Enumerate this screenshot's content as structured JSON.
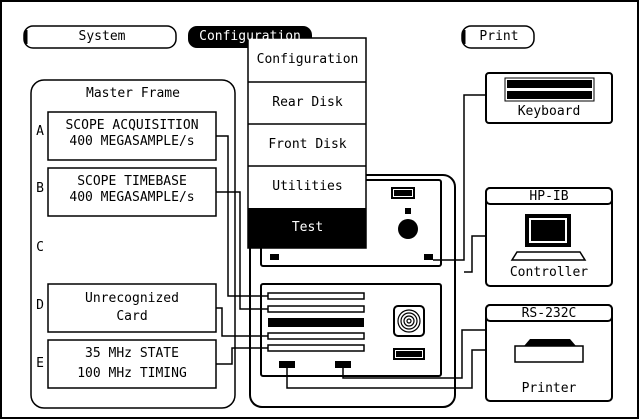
{
  "menubar": {
    "system_label": "System",
    "configuration_label": "Configuration",
    "print_label": "Print"
  },
  "config_menu": {
    "items": [
      {
        "label": "Configuration"
      },
      {
        "label": "Rear Disk"
      },
      {
        "label": "Front Disk"
      },
      {
        "label": "Utilities"
      },
      {
        "label": "Test"
      }
    ],
    "selected_index": 4
  },
  "master_frame": {
    "title": "Master Frame",
    "slots": [
      {
        "letter": "A",
        "line1": "SCOPE ACQUISITION",
        "line2": "400 MEGASAMPLE/s"
      },
      {
        "letter": "B",
        "line1": "SCOPE TIMEBASE",
        "line2": "400 MEGASAMPLE/s"
      },
      {
        "letter": "C",
        "line1": "",
        "line2": ""
      },
      {
        "letter": "D",
        "line1": "Unrecognized",
        "line2": "Card"
      },
      {
        "letter": "E",
        "line1": "35 MHz STATE",
        "line2": "100 MHz TIMING"
      }
    ]
  },
  "peripherals": {
    "keyboard_label": "Keyboard",
    "hpib_title": "HP-IB",
    "controller_label": "Controller",
    "rs232_title": "RS-232C",
    "printer_label": "Printer"
  },
  "colors": {
    "foreground": "#000000",
    "background": "#ffffff"
  }
}
